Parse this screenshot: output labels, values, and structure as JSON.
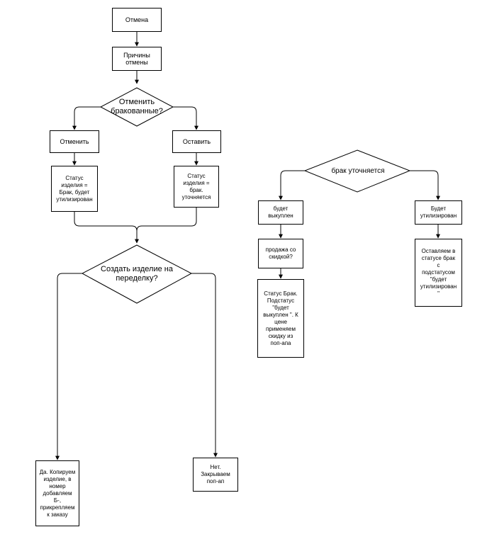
{
  "nodes": {
    "cancel": "Отмена",
    "reasons": "Причины\nотмены",
    "cancel_defective_question": "Отменить\nбракованные?",
    "cancel_action": "Отменить",
    "keep_action": "Оставить",
    "status_scrap": "Статус\nизделия =\nБрак, будет\nутилизирован",
    "status_clarify": "Статус\nизделия =\nбрак.\nуточняется",
    "create_remake_question": "Создать изделие на\nпеределку?",
    "yes_copy": "Да. Копируем\nизделие, в\nномер\nдобавляем\nБ-,\nприкрепляем\nк заказу",
    "no_close": "Нет.\nЗакрываем\nпоп-ап",
    "defect_clarifying": "брак уточняется",
    "will_be_bought": "будет\nвыкуплен",
    "will_be_disposed": "Будет\nутилизирован",
    "discount_sale_question": "продажа со\nскидкой?",
    "status_defect_bought": "Статус Брак.\nПодстатус\n\"будет\nвыкуплен \". К\nцене\nприменяем\nскидку из\nпоп-апа",
    "keep_defect_disposed": "Оставляем в\nстатусе брак\nс\nподстатусом\n\"будет\nутилизирован\n\""
  }
}
